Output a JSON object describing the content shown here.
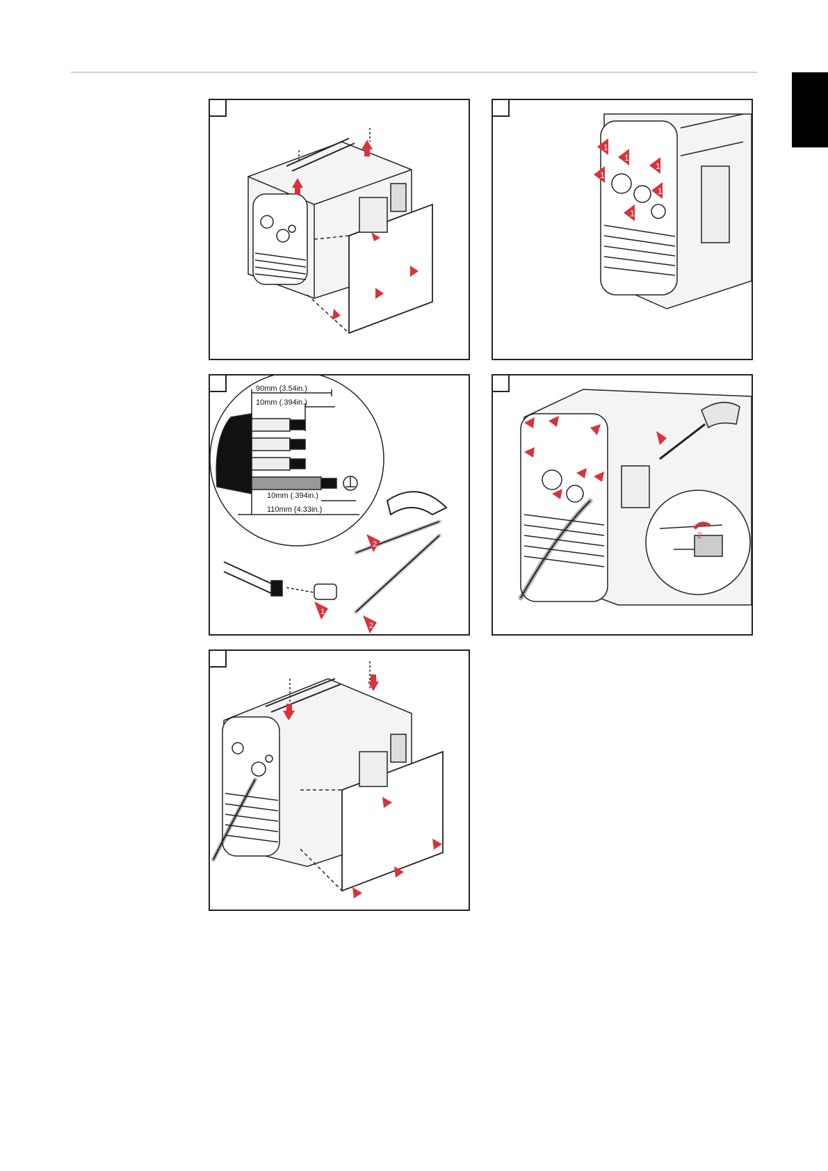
{
  "document": {
    "step_figures": [
      {
        "id": 1,
        "description_text": ""
      },
      {
        "id": 2
      },
      {
        "id": 3
      },
      {
        "id": 4
      },
      {
        "id": 5
      }
    ]
  },
  "cable_dims": {
    "d1": "90mm (3.54in.)",
    "d2": "10mm (.394in.)",
    "d3": "10mm (.394in.)",
    "d4": "110mm (4.33in.)"
  },
  "arrow_badges": {
    "one": "1",
    "two": "2"
  },
  "colors": {
    "arrow": "#d9323a",
    "ink": "#222222",
    "tab": "#000000"
  }
}
